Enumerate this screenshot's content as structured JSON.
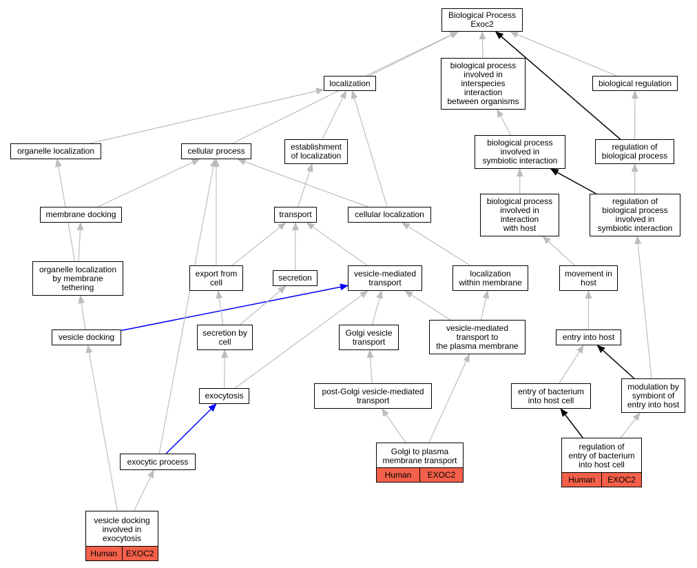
{
  "colors": {
    "is_a_edge": "#bdbdbd",
    "part_of_edge": "#0000ff",
    "regulates_edge": "#000000",
    "annotation_fill": "#f4604a",
    "node_border": "#000000"
  },
  "nodes": {
    "root": "Biological Process\nExoc2",
    "localization": "localization",
    "bp_interspecies": "biological process\ninvolved in\ninterspecies\ninteraction\nbetween organisms",
    "biological_regulation": "biological regulation",
    "organelle_localization": "organelle localization",
    "cellular_process": "cellular process",
    "establishment_of_localization": "establishment\nof localization",
    "bp_symbiotic": "biological process\ninvolved in\nsymbiotic interaction",
    "regulation_of_bp": "regulation of\nbiological process",
    "membrane_docking": "membrane docking",
    "transport": "transport",
    "cellular_localization": "cellular localization",
    "bp_interaction_host": "biological process\ninvolved in\ninteraction\nwith host",
    "regulation_bp_symbiotic": "regulation of\nbiological process\ninvolved in\nsymbiotic interaction",
    "organelle_localization_tethering": "organelle localization\nby membrane\ntethering",
    "export_from_cell": "export from\ncell",
    "secretion": "secretion",
    "vesicle_mediated_transport": "vesicle-mediated\ntransport",
    "localization_within_membrane": "localization\nwithin membrane",
    "movement_in_host": "movement in\nhost",
    "vesicle_docking": "vesicle docking",
    "secretion_by_cell": "secretion by\ncell",
    "golgi_vesicle_transport": "Golgi vesicle\ntransport",
    "vmt_plasma_membrane": "vesicle-mediated\ntransport to\nthe plasma membrane",
    "entry_into_host": "entry into host",
    "exocytosis": "exocytosis",
    "post_golgi": "post-Golgi vesicle-mediated\ntransport",
    "entry_of_bacterium": "entry of bacterium\ninto host cell",
    "modulation_by_symbiont": "modulation by\nsymbiont of\nentry into host",
    "exocytic_process": "exocytic process"
  },
  "annotated": {
    "golgi_to_plasma": {
      "label": "Golgi to plasma\nmembrane transport",
      "species": "Human",
      "gene": "EXOC2"
    },
    "regulation_entry_bacterium": {
      "label": "regulation of\nentry of bacterium\ninto host cell",
      "species": "Human",
      "gene": "EXOC2"
    },
    "vesicle_docking_exocytosis": {
      "label": "vesicle docking\ninvolved in\nexocytosis",
      "species": "Human",
      "gene": "EXOC2"
    }
  },
  "edges": [
    {
      "from": "localization",
      "to": "root",
      "relation": "is_a"
    },
    {
      "from": "bp_interspecies",
      "to": "root",
      "relation": "is_a"
    },
    {
      "from": "biological_regulation",
      "to": "root",
      "relation": "is_a"
    },
    {
      "from": "cellular_process",
      "to": "root",
      "relation": "is_a"
    },
    {
      "from": "regulation_of_bp",
      "to": "root",
      "relation": "regulates"
    },
    {
      "from": "organelle_localization",
      "to": "localization",
      "relation": "is_a"
    },
    {
      "from": "establishment_of_localization",
      "to": "localization",
      "relation": "is_a"
    },
    {
      "from": "cellular_localization",
      "to": "localization",
      "relation": "is_a"
    },
    {
      "from": "bp_symbiotic",
      "to": "bp_interspecies",
      "relation": "is_a"
    },
    {
      "from": "regulation_of_bp",
      "to": "biological_regulation",
      "relation": "is_a"
    },
    {
      "from": "regulation_bp_symbiotic",
      "to": "bp_symbiotic",
      "relation": "regulates"
    },
    {
      "from": "regulation_bp_symbiotic",
      "to": "regulation_of_bp",
      "relation": "is_a"
    },
    {
      "from": "bp_interaction_host",
      "to": "bp_symbiotic",
      "relation": "is_a"
    },
    {
      "from": "membrane_docking",
      "to": "cellular_process",
      "relation": "is_a"
    },
    {
      "from": "cellular_localization",
      "to": "cellular_process",
      "relation": "is_a"
    },
    {
      "from": "transport",
      "to": "establishment_of_localization",
      "relation": "is_a"
    },
    {
      "from": "organelle_localization_tethering",
      "to": "organelle_localization",
      "relation": "is_a"
    },
    {
      "from": "organelle_localization_tethering",
      "to": "membrane_docking",
      "relation": "is_a"
    },
    {
      "from": "export_from_cell",
      "to": "cellular_process",
      "relation": "is_a"
    },
    {
      "from": "export_from_cell",
      "to": "transport",
      "relation": "is_a"
    },
    {
      "from": "secretion",
      "to": "transport",
      "relation": "is_a"
    },
    {
      "from": "vesicle_mediated_transport",
      "to": "transport",
      "relation": "is_a"
    },
    {
      "from": "localization_within_membrane",
      "to": "cellular_localization",
      "relation": "is_a"
    },
    {
      "from": "movement_in_host",
      "to": "bp_interaction_host",
      "relation": "is_a"
    },
    {
      "from": "vesicle_docking",
      "to": "organelle_localization_tethering",
      "relation": "is_a"
    },
    {
      "from": "vesicle_docking",
      "to": "vesicle_mediated_transport",
      "relation": "part_of"
    },
    {
      "from": "secretion_by_cell",
      "to": "export_from_cell",
      "relation": "is_a"
    },
    {
      "from": "secretion_by_cell",
      "to": "secretion",
      "relation": "is_a"
    },
    {
      "from": "golgi_vesicle_transport",
      "to": "vesicle_mediated_transport",
      "relation": "is_a"
    },
    {
      "from": "vmt_plasma_membrane",
      "to": "vesicle_mediated_transport",
      "relation": "is_a"
    },
    {
      "from": "vmt_plasma_membrane",
      "to": "localization_within_membrane",
      "relation": "is_a"
    },
    {
      "from": "entry_into_host",
      "to": "movement_in_host",
      "relation": "is_a"
    },
    {
      "from": "exocytosis",
      "to": "secretion_by_cell",
      "relation": "is_a"
    },
    {
      "from": "exocytosis",
      "to": "vesicle_mediated_transport",
      "relation": "is_a"
    },
    {
      "from": "post_golgi",
      "to": "golgi_vesicle_transport",
      "relation": "is_a"
    },
    {
      "from": "entry_of_bacterium",
      "to": "entry_into_host",
      "relation": "is_a"
    },
    {
      "from": "modulation_by_symbiont",
      "to": "entry_into_host",
      "relation": "regulates"
    },
    {
      "from": "modulation_by_symbiont",
      "to": "regulation_bp_symbiotic",
      "relation": "is_a"
    },
    {
      "from": "exocytic_process",
      "to": "cellular_process",
      "relation": "is_a"
    },
    {
      "from": "exocytic_process",
      "to": "exocytosis",
      "relation": "part_of"
    },
    {
      "from": "golgi_to_plasma",
      "to": "post_golgi",
      "relation": "is_a"
    },
    {
      "from": "golgi_to_plasma",
      "to": "vmt_plasma_membrane",
      "relation": "is_a"
    },
    {
      "from": "regulation_entry_bacterium",
      "to": "entry_of_bacterium",
      "relation": "regulates"
    },
    {
      "from": "regulation_entry_bacterium",
      "to": "modulation_by_symbiont",
      "relation": "is_a"
    },
    {
      "from": "vesicle_docking_exocytosis",
      "to": "vesicle_docking",
      "relation": "is_a"
    },
    {
      "from": "vesicle_docking_exocytosis",
      "to": "exocytic_process",
      "relation": "is_a"
    }
  ]
}
